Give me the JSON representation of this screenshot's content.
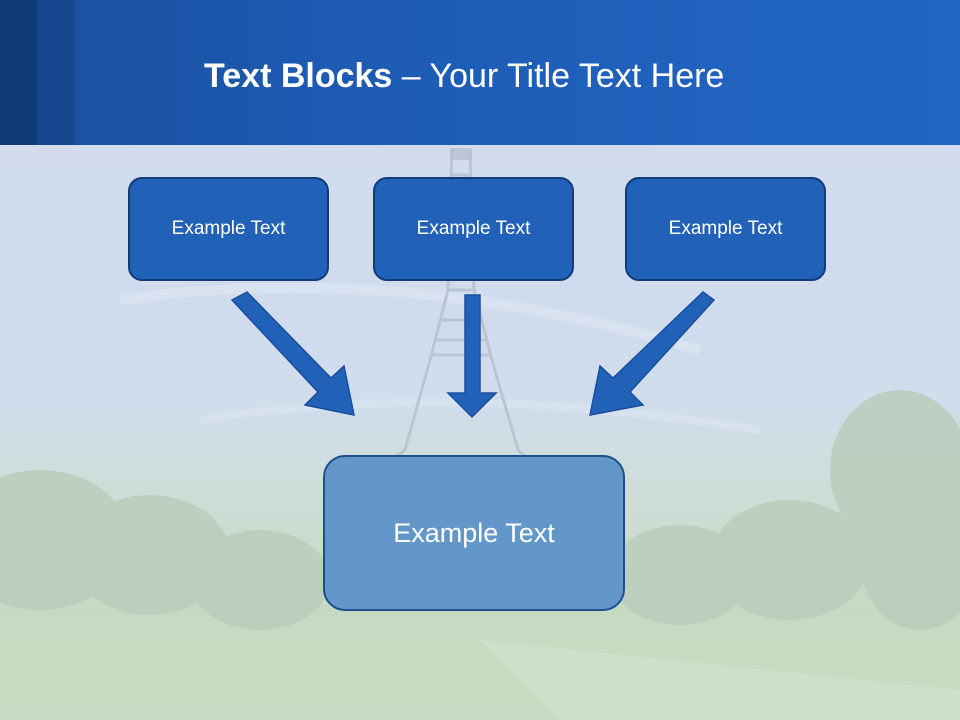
{
  "slide": {
    "title_bold": "Text Blocks",
    "title_dash": " – ",
    "title_rest": "Your Title Text Here"
  },
  "blocks": [
    {
      "label": "Example Text"
    },
    {
      "label": "Example Text"
    },
    {
      "label": "Example Text"
    }
  ],
  "main_block": {
    "label": "Example Text"
  },
  "colors": {
    "header": "#1e5cb5",
    "block_fill": "#2161b8",
    "main_block_fill": "#6397c9",
    "arrow": "#2161b8"
  }
}
